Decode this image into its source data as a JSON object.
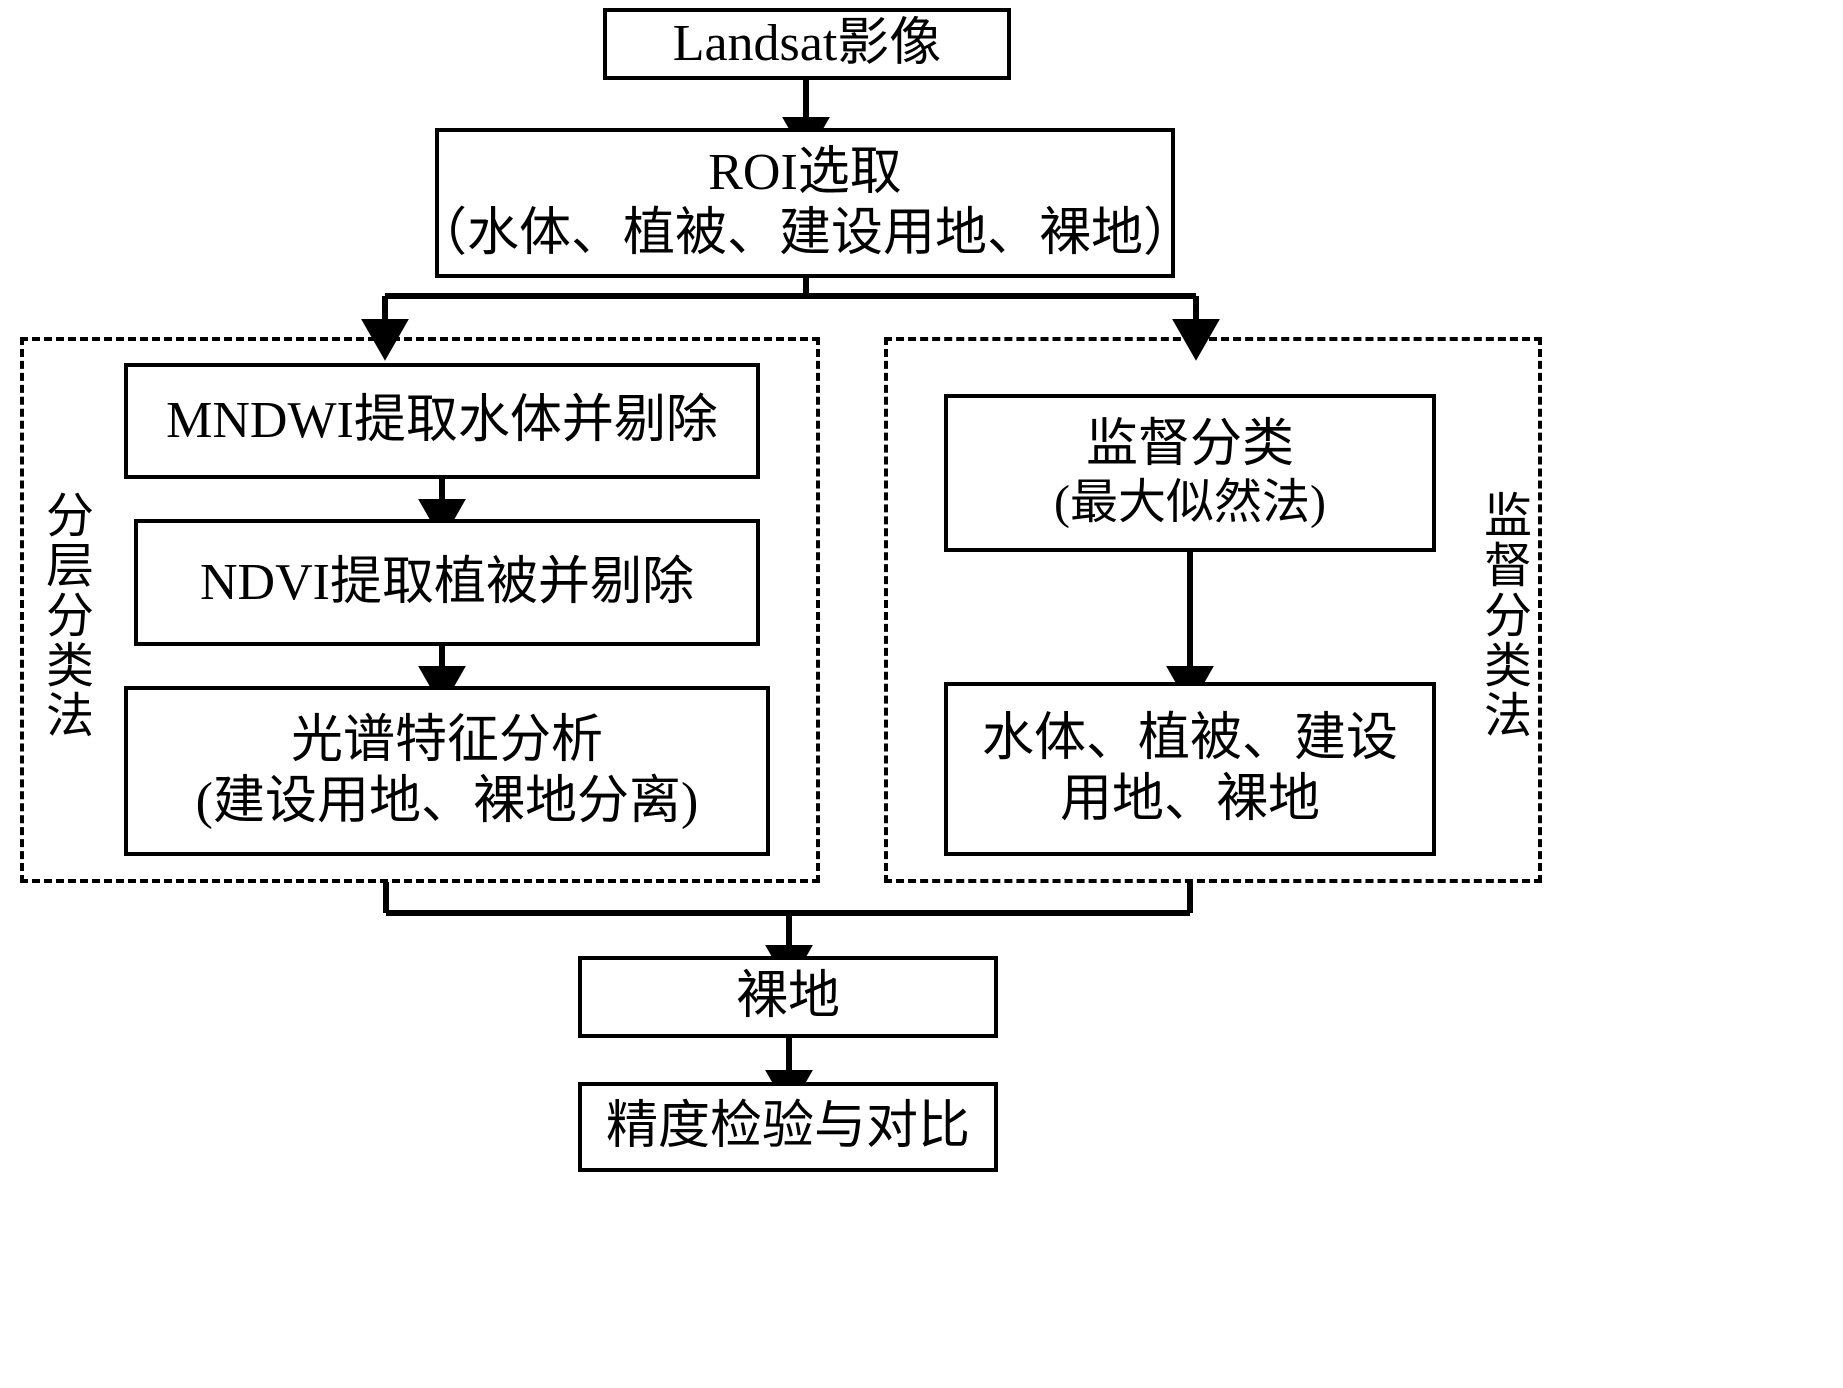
{
  "diagram": {
    "title_node": {
      "label": "Landsat影像"
    },
    "roi_node": {
      "line1": "ROI选取",
      "line2": "（水体、植被、建设用地、裸地）"
    },
    "left_group": {
      "side_label": "分层分类法",
      "steps": [
        {
          "label": "MNDWI提取水体并剔除"
        },
        {
          "label": "NDVI提取植被并剔除"
        },
        {
          "line1": "光谱特征分析",
          "line2": "(建设用地、裸地分离)"
        }
      ]
    },
    "right_group": {
      "side_label": "监督分类法",
      "steps": [
        {
          "line1": "监督分类",
          "line2": "(最大似然法)"
        },
        {
          "line1": "水体、植被、建设",
          "line2": "用地、裸地"
        }
      ]
    },
    "result_node": {
      "label": "裸地"
    },
    "final_node": {
      "label": "精度检验与对比"
    },
    "colors": {
      "stroke": "#000000",
      "fill": "#ffffff"
    }
  }
}
